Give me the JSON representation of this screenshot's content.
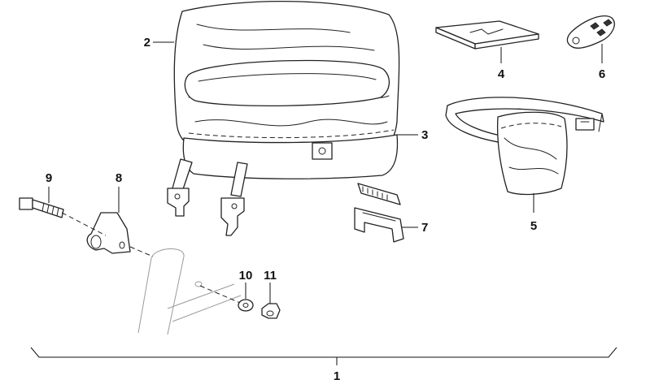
{
  "diagram": {
    "callouts": [
      {
        "id": "p1",
        "label": "1"
      },
      {
        "id": "p2",
        "label": "2"
      },
      {
        "id": "p3",
        "label": "3"
      },
      {
        "id": "p4",
        "label": "4"
      },
      {
        "id": "p5",
        "label": "5"
      },
      {
        "id": "p6",
        "label": "6"
      },
      {
        "id": "p7",
        "label": "7"
      },
      {
        "id": "p8",
        "label": "8"
      },
      {
        "id": "p9",
        "label": "9"
      },
      {
        "id": "p10",
        "label": "10"
      },
      {
        "id": "p11",
        "label": "11"
      }
    ]
  }
}
